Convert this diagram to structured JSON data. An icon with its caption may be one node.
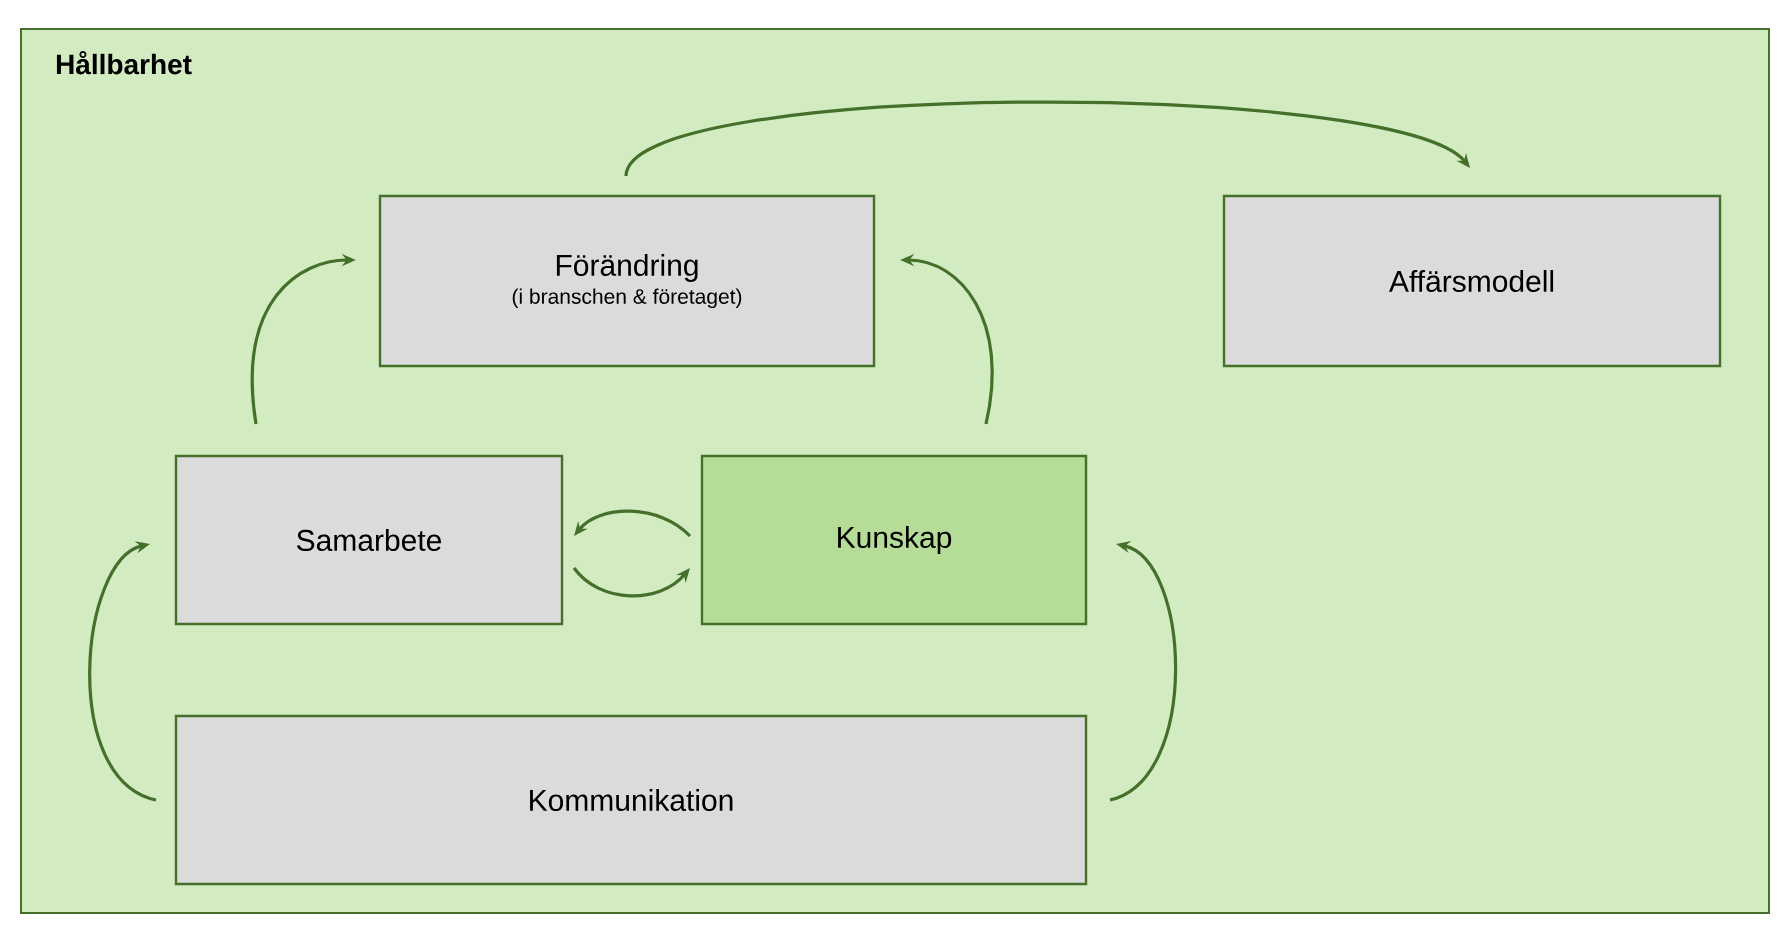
{
  "diagram": {
    "nodes": [
      {
        "text": [
          "Hållbarhet"
        ]
      },
      {
        "text": [
          "Förändring",
          "(i branschen & företaget)"
        ],
        "in": 0
      },
      {
        "text": [
          "Affärsmodell"
        ],
        "in": 0
      },
      {
        "text": [
          "Samarbete"
        ],
        "in": 0
      },
      {
        "text": [
          "Kunskap"
        ],
        "in": 0
      },
      {
        "text": [
          "Kommunikation"
        ],
        "in": 0
      }
    ],
    "edges": [
      {
        "from": 1,
        "to": 2,
        "arrow": "to"
      },
      {
        "from": 3,
        "to": 1,
        "arrow": "to"
      },
      {
        "from": 4,
        "to": 1,
        "arrow": "to"
      },
      {
        "from": 4,
        "to": 3,
        "arrow": "to"
      },
      {
        "from": 3,
        "to": 4,
        "arrow": "to"
      },
      {
        "from": 5,
        "to": 3,
        "arrow": "to"
      },
      {
        "from": 5,
        "to": 4,
        "arrow": "to"
      }
    ]
  }
}
